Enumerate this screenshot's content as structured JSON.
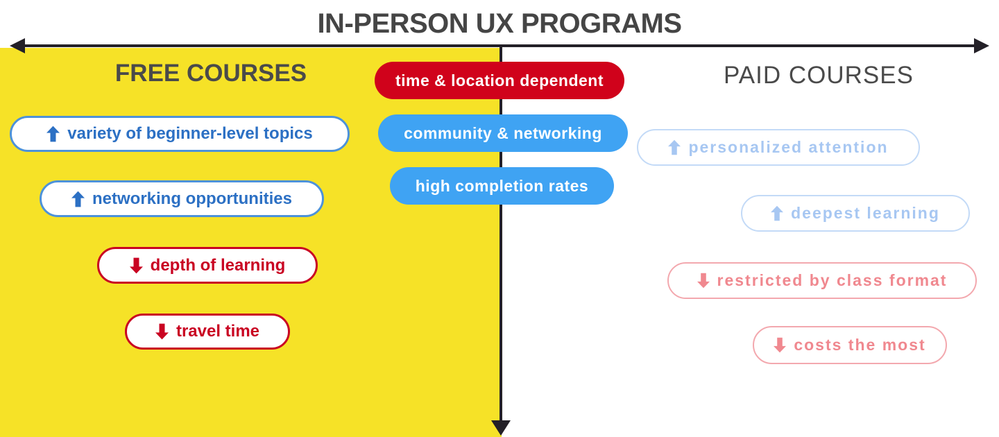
{
  "title": "IN-PERSON UX PROGRAMS",
  "left_column": {
    "header": "FREE COURSES",
    "items": [
      {
        "label": "variety of beginner-level topics",
        "direction": "up",
        "sentiment": "positive"
      },
      {
        "label": "networking opportunities",
        "direction": "up",
        "sentiment": "positive"
      },
      {
        "label": "depth of learning",
        "direction": "down",
        "sentiment": "negative"
      },
      {
        "label": "travel time",
        "direction": "down",
        "sentiment": "negative"
      }
    ]
  },
  "center_column": {
    "items": [
      {
        "label": "time & location dependent",
        "style": "red"
      },
      {
        "label": "community & networking",
        "style": "blue"
      },
      {
        "label": "high completion rates",
        "style": "blue"
      }
    ]
  },
  "right_column": {
    "header": "PAID COURSES",
    "items": [
      {
        "label": "personalized attention",
        "direction": "up",
        "sentiment": "positive"
      },
      {
        "label": "deepest learning",
        "direction": "up",
        "sentiment": "positive"
      },
      {
        "label": "restricted by class format",
        "direction": "down",
        "sentiment": "negative"
      },
      {
        "label": "costs the most",
        "direction": "down",
        "sentiment": "negative"
      }
    ]
  },
  "colors": {
    "free_panel_yellow": "#F6E227",
    "axis_black": "#232027",
    "title_gray": "#454545",
    "header_gray": "#4A4A4A",
    "solid_red": "#D0021B",
    "solid_blue": "#3FA3F3",
    "strong_blue_border": "#4D92DA",
    "strong_blue_text": "#2C70C4",
    "strong_red": "#C90322",
    "faded_blue_border": "#C3DAF7",
    "faded_blue_text": "#A7C7F2",
    "faded_red_border": "#F3A8AE",
    "faded_red_text": "#F0888F"
  }
}
